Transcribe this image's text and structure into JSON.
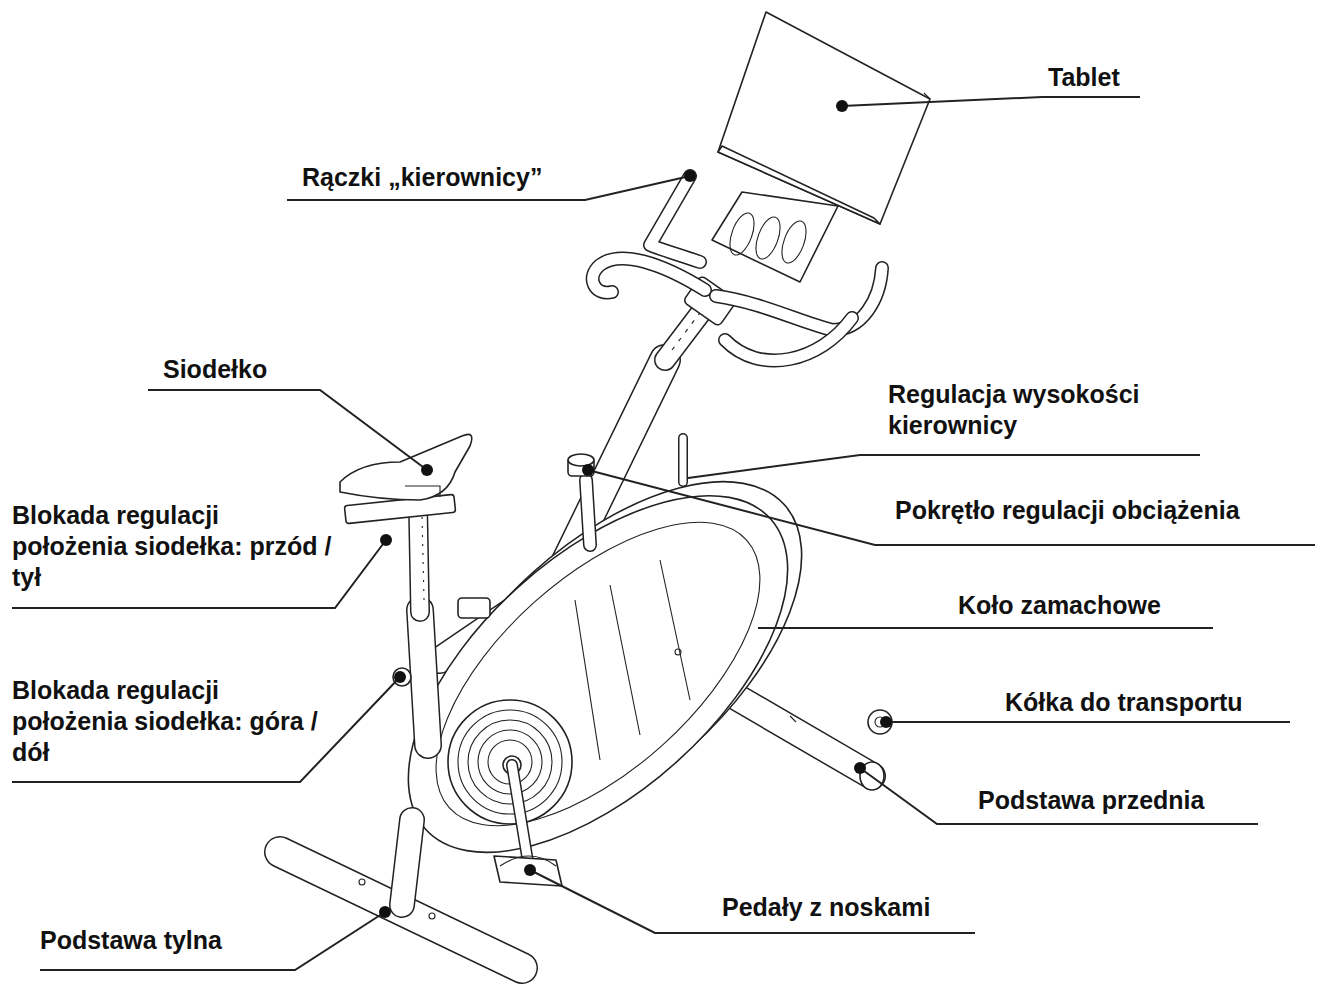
{
  "diagram": {
    "labels": [
      "Tablet",
      "Rączki „kierownicy”",
      "Siodełko",
      "Regulacja wysokości kierownicy",
      "Pokrętło regulacji obciążenia",
      "Blokada regulacji położenia siodełka: przód / tył",
      "Koło zamachowe",
      "Blokada regulacji położenia siodełka: góra / dół",
      "Kółka do transportu",
      "Podstawa przednia",
      "Pedały z noskami",
      "Podstawa tylna"
    ]
  }
}
